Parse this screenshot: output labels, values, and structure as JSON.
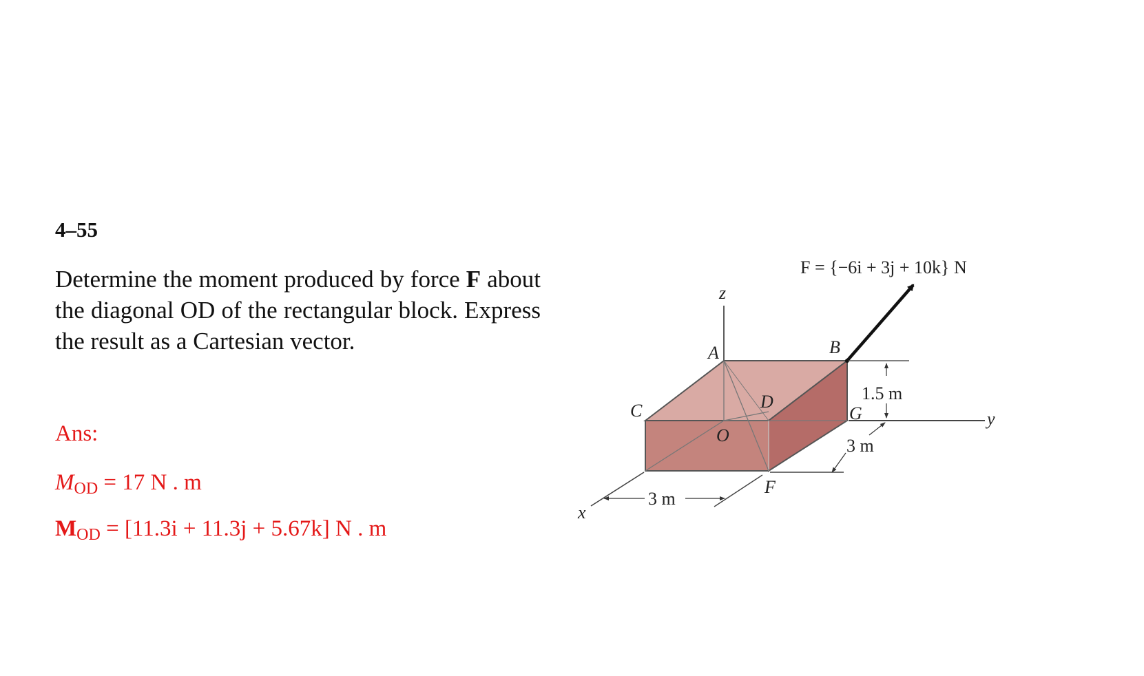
{
  "problem": {
    "number": "4–55",
    "text_before_F": "Determine the moment produced by force ",
    "F_symbol": "F",
    "text_after_F": " about the diagonal OD of the rectangular block. Express the result as a Cartesian vector."
  },
  "answer": {
    "label": "Ans:",
    "magnitude": {
      "symbol": "M",
      "subscript": "OD",
      "value": "= 17 N . m"
    },
    "vector": {
      "symbol": "M",
      "subscript": "OD",
      "value": "= [11.3i + 11.3j + 5.67k] N . m"
    },
    "color": "#e41818"
  },
  "figure": {
    "force_label": "F = {−6i + 3j + 10k} N",
    "points": {
      "A": "A",
      "B": "B",
      "C": "C",
      "D": "D",
      "F": "F",
      "G": "G",
      "O": "O"
    },
    "axes": {
      "x": "x",
      "y": "y",
      "z": "z"
    },
    "dimensions": {
      "height": "1.5 m",
      "depth": "3 m",
      "width": "3 m"
    },
    "colors": {
      "top_face": "#d9aaa4",
      "front_face": "#c4847d",
      "side_face": "#b56c68",
      "edges": "#555555"
    }
  }
}
